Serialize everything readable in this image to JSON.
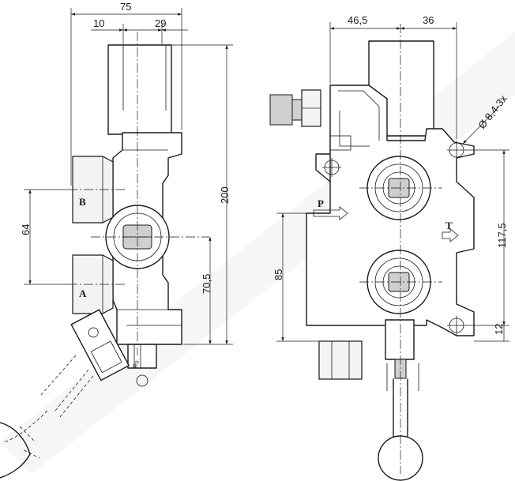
{
  "dimensions": {
    "overall_width": "75",
    "offset_left": "10",
    "offset_right": "29",
    "height_total": "200",
    "port_spacing": "64",
    "port_a_height": "70,5",
    "width_left": "46,5",
    "width_right": "36",
    "hole_callout": "Ø 8,4-3x",
    "mount_spacing": "117,5",
    "p_height": "85",
    "mount_bottom": "12"
  },
  "ports": {
    "b": "B",
    "a": "A",
    "p": "P",
    "t": "T"
  },
  "marks": {
    "spool_mark": "Rs"
  }
}
